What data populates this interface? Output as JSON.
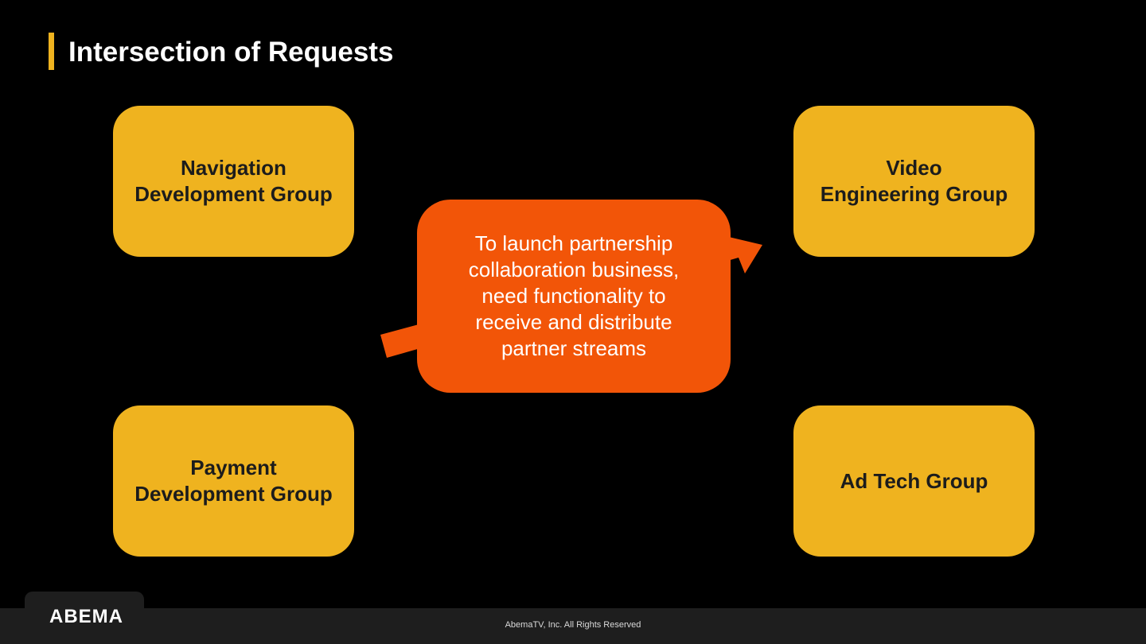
{
  "slide": {
    "title": "Intersection of Requests"
  },
  "groups": {
    "navigation": "Navigation\nDevelopment Group",
    "video": "Video\nEngineering Group",
    "payment": "Payment\nDevelopment Group",
    "adtech": "Ad Tech Group"
  },
  "callout": {
    "text": "To launch partnership\ncollaboration business,\nneed functionality to\nreceive and distribute\npartner streams"
  },
  "footer": {
    "logo": "ABEMA",
    "copyright": "AbemaTV, Inc. All Rights Reserved"
  },
  "colors": {
    "background": "#000000",
    "accent_yellow": "#efb31f",
    "callout_orange": "#f25508",
    "footer": "#1e1e1e"
  }
}
